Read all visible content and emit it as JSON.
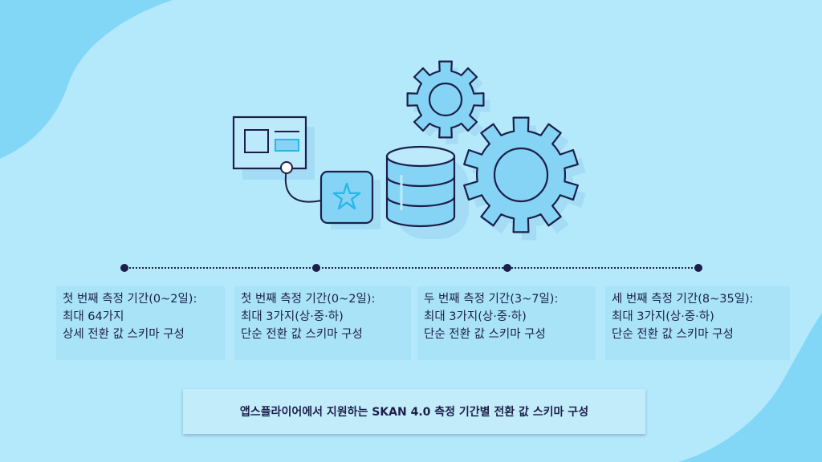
{
  "colors": {
    "background": "#b4e9fb",
    "blob": "#82d7f7",
    "ink": "#1c1f4a",
    "icon_fill": "#85d4f5",
    "icon_light": "#bdeafb",
    "shadow": "#a3dcf4",
    "accent": "#29b6ea"
  },
  "illustration": {
    "icons": [
      "browser-window-icon",
      "star-badge-icon",
      "database-icon",
      "small-gear-icon",
      "large-gear-icon"
    ]
  },
  "timeline": {
    "points": 4
  },
  "stages": [
    {
      "line1": "첫 번째 측정 기간(0~2일):",
      "line2": "최대 64가지",
      "line3": "상세 전환 값 스키마 구성"
    },
    {
      "line1": "첫 번째 측정 기간(0~2일):",
      "line2": "최대 3가지(상·중·하)",
      "line3": "단순 전환 값 스키마 구성"
    },
    {
      "line1": "두 번째 측정 기간(3~7일):",
      "line2": "최대 3가지(상·중·하)",
      "line3": "단순 전환 값 스키마 구성"
    },
    {
      "line1": "세 번째 측정 기간(8~35일):",
      "line2": "최대 3가지(상·중·하)",
      "line3": "단순 전환 값 스키마 구성"
    }
  ],
  "caption": "앱스플라이어에서 지원하는 SKAN 4.0 측정 기간별 전환 값 스키마 구성"
}
